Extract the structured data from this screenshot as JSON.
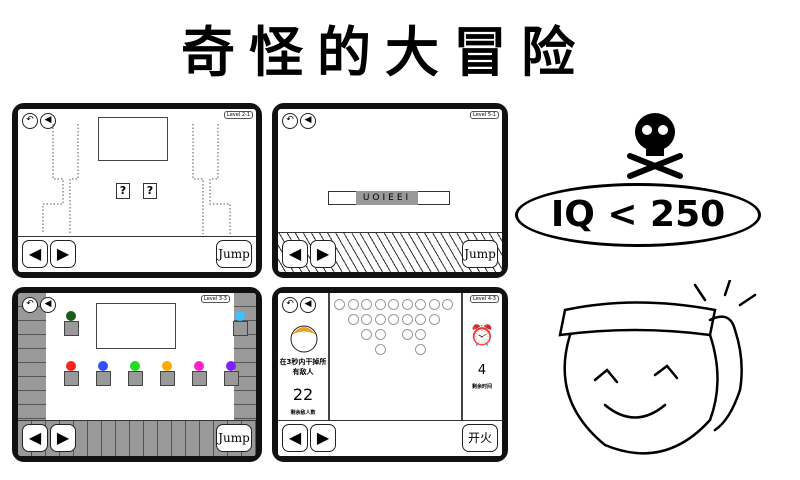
{
  "title": "奇怪的大冒险",
  "badge": "IQ < 250",
  "icons": [
    "back-arrow-icon",
    "speaker-icon",
    "left-arrow-icon",
    "right-arrow-icon",
    "skull-crossbones-icon",
    "alarm-clock-icon"
  ],
  "screens": [
    {
      "level": "Level 2-1",
      "action": "Jump",
      "question": "?"
    },
    {
      "level": "Level 5-1",
      "action": "Jump",
      "sign": "UOIEEI"
    },
    {
      "level": "Level 3-3",
      "action": "Jump"
    },
    {
      "level": "Level 4-3",
      "action": "开火",
      "instruction": "在3秒内干掉所有敌人",
      "enemies": "22",
      "enemies_label": "剩余敌人数",
      "time": "4",
      "time_label": "剩余时间"
    }
  ],
  "colors": {
    "keys": [
      "#1a5a1a",
      "#ff2020",
      "#3050ff",
      "#20dd20",
      "#ffaa00",
      "#ff20cc",
      "#8020ff",
      "#40c0ff"
    ],
    "hair": "#e8a020"
  }
}
